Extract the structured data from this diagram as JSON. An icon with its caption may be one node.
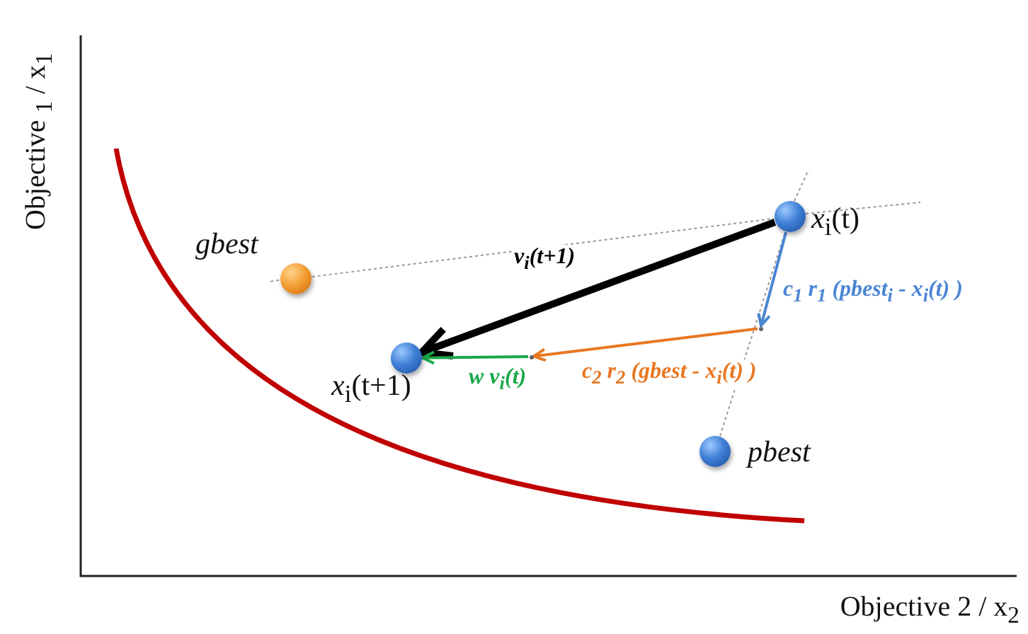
{
  "diagram": {
    "nodes": [
      {
        "text": [],
        "shape": "circle",
        "beside": [
          "*x*$_{i}$(t)"
        ]
      },
      {
        "text": [],
        "shape": "circle",
        "beside": [
          "gbest"
        ]
      },
      {
        "text": [],
        "shape": "circle",
        "beside": [
          "*x*$_{i}$(t+1)"
        ]
      },
      {
        "text": [],
        "shape": "circle",
        "beside": [
          "pbest"
        ]
      },
      {
        "text": [],
        "shape": "point"
      },
      {
        "text": [],
        "shape": "point"
      }
    ],
    "edges": [
      {
        "from": 1,
        "to": 0,
        "arrow": "none",
        "style": "dashed",
        "color": "#999999"
      },
      {
        "from": 3,
        "to": 0,
        "arrow": "none",
        "style": "dashed",
        "color": "#999999"
      },
      {
        "from": 0,
        "to": 2,
        "arrow": "to",
        "style": "thick",
        "color": "#000000",
        "label": "v$_{i}$(t+1)"
      },
      {
        "from": 0,
        "to": 4,
        "arrow": "to",
        "color": "#4a86d4",
        "label": "c$_{1}$ r$_{1}$ (pbest$_{i}$ - x$_{i}$(t) )"
      },
      {
        "from": 4,
        "to": 5,
        "arrow": "to",
        "color": "#e87722",
        "label": "c$_{2}$ r$_{2}$ (gbest - x$_{i}$(t) )"
      },
      {
        "from": 5,
        "to": 2,
        "arrow": "to",
        "color": "#1aa84a",
        "label": "w v$_{i}$(t)"
      }
    ],
    "labels": [
      "Objective $_{1}$ / x$_{1}$",
      "Objective 2 / x$_{2}$"
    ]
  }
}
